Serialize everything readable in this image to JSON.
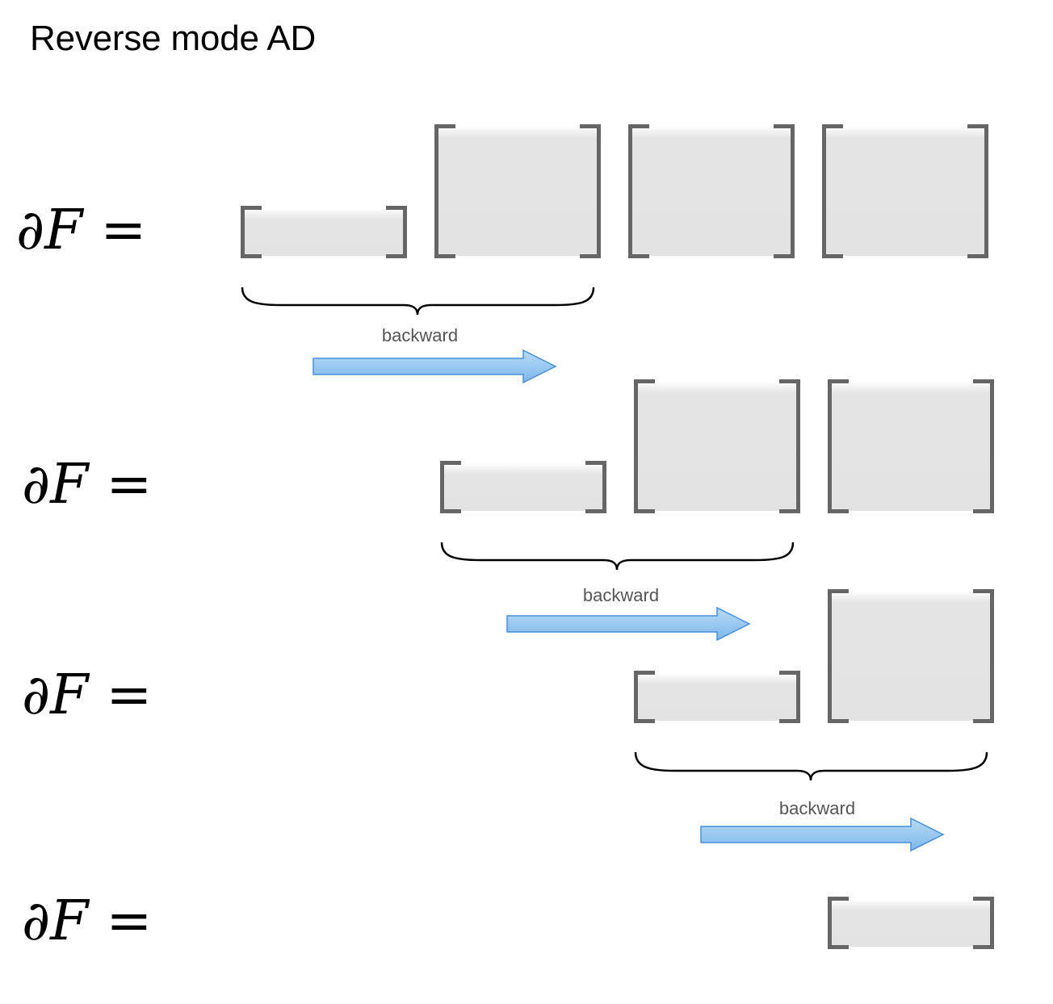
{
  "title": "Reverse mode AD",
  "rows": [
    {
      "equation": {
        "partial": "∂",
        "variable": "F",
        "operator": "="
      },
      "backward_label": "backward"
    },
    {
      "equation": {
        "partial": "∂",
        "variable": "F",
        "operator": "="
      },
      "backward_label": "backward"
    },
    {
      "equation": {
        "partial": "∂",
        "variable": "F",
        "operator": "="
      },
      "backward_label": "backward"
    },
    {
      "equation": {
        "partial": "∂",
        "variable": "F",
        "operator": "="
      }
    }
  ],
  "colors": {
    "bracket": "#666666",
    "block_fill": "#e3e3e3",
    "arrow_fill": "#8ec3ee",
    "arrow_stroke": "#4a90d9",
    "brace": "#000000",
    "label": "#555555"
  }
}
